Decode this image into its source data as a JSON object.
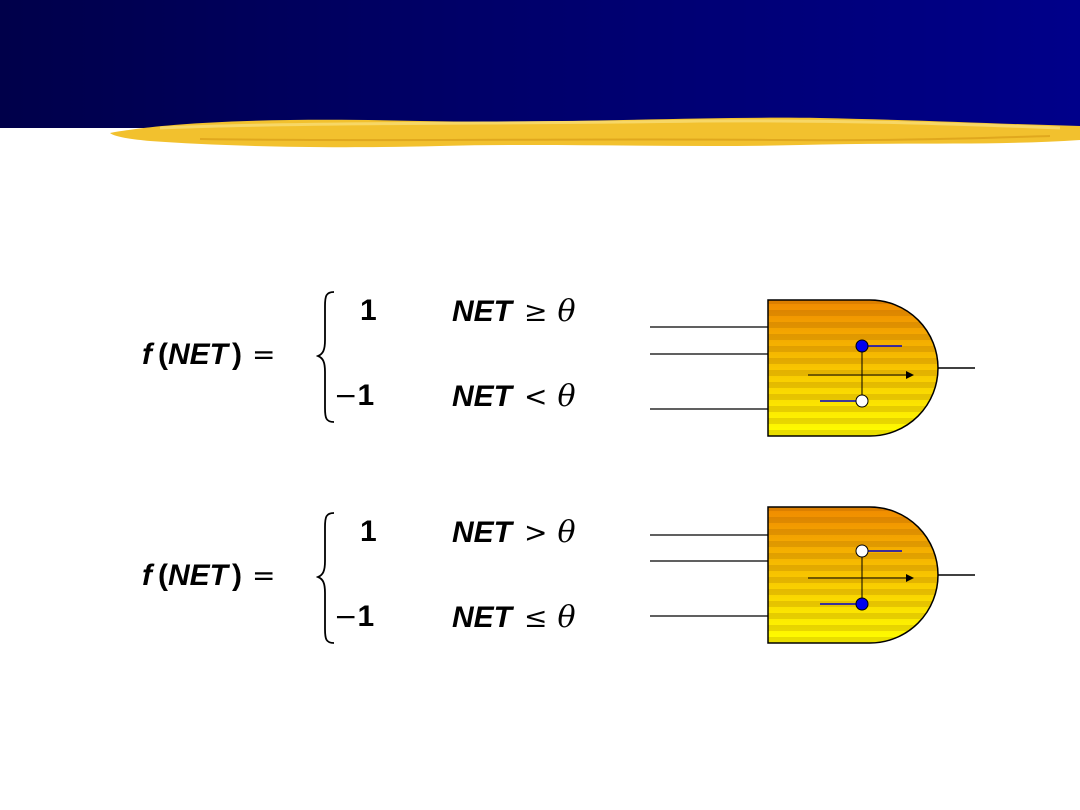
{
  "formulas": [
    {
      "lhs": {
        "f": "f",
        "open": "(",
        "net": "NET",
        "close": ")",
        "eq": "="
      },
      "cases": [
        {
          "value": "1",
          "net": "NET",
          "op": "≥",
          "theta": "θ"
        },
        {
          "sign": "−",
          "value": "1",
          "net": "NET",
          "op": "<",
          "theta": "θ"
        }
      ],
      "neuron": {
        "filled_node": "top",
        "hollow_node": "bottom"
      }
    },
    {
      "lhs": {
        "f": "f",
        "open": "(",
        "net": "NET",
        "close": ")",
        "eq": "="
      },
      "cases": [
        {
          "value": "1",
          "net": "NET",
          "op": ">",
          "theta": "θ"
        },
        {
          "sign": "−",
          "value": "1",
          "net": "NET",
          "op": "≤",
          "theta": "θ"
        }
      ],
      "neuron": {
        "filled_node": "bottom",
        "hollow_node": "top"
      }
    }
  ],
  "colors": {
    "header_dark": "#00004a",
    "header_light": "#00008a",
    "brush_stroke": "#f2c12e",
    "gate_top": "#f08a00",
    "gate_bottom": "#ffff00",
    "node_fill": "#0000ee"
  }
}
